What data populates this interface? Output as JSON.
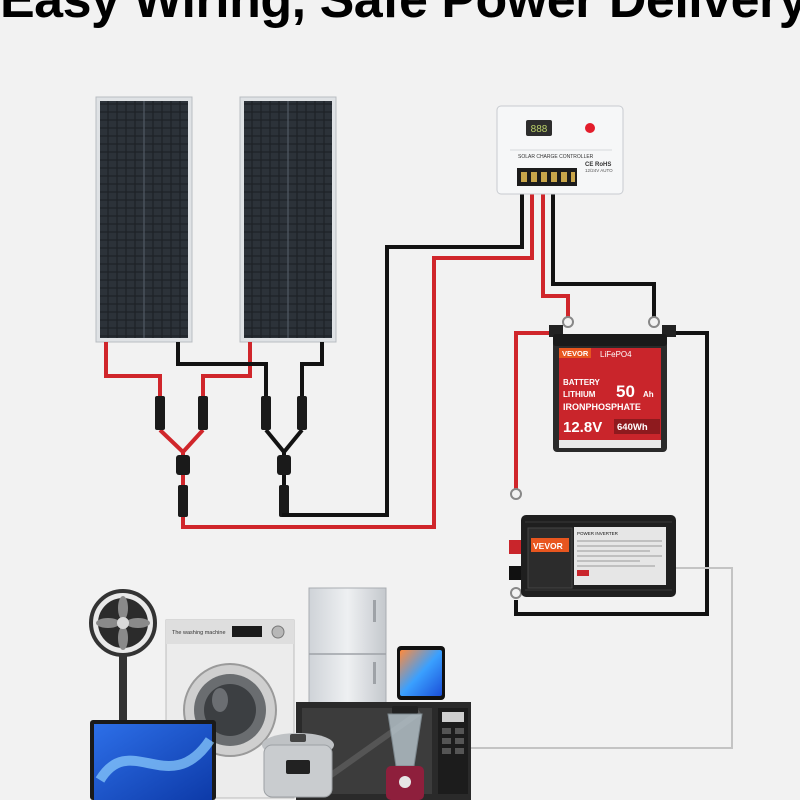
{
  "headline": "Easy Wiring, Safe Power Delivery",
  "controller": {
    "name": "SOLAR CHARGE CONTROLLER",
    "cert": "CE RoHS",
    "rating": "12/24V AUTO",
    "lcd": "888"
  },
  "battery": {
    "brand": "VEVOR",
    "chemistry": "LiFePO4",
    "line1": "BATTERY",
    "line2": "LITHIUM",
    "line3": "IRONPHOSPHATE",
    "capacity": "50",
    "capacity_unit": "Ah",
    "voltage": "12.8V",
    "energy": "640Wh"
  },
  "inverter": {
    "brand": "VEVOR",
    "label": "POWER INVERTER"
  },
  "appliances": {
    "washer_label": "The washing machine"
  },
  "colors": {
    "positive_wire": "#d0262b",
    "negative_wire": "#121212",
    "ac_wire": "#c4c4c4",
    "battery_red": "#c9252b",
    "vevor_orange": "#e8561f"
  }
}
